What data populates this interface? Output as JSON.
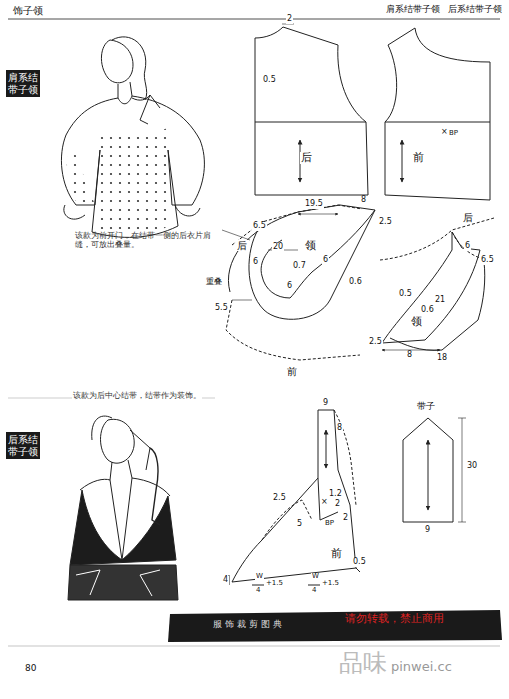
{
  "diagram": {
    "nodes": [
      {
        "text": [
          "肩系结带子领"
        ]
      },
      {
        "text": [
          "后系结带子领"
        ]
      }
    ],
    "labels": [
      "饰子领",
      "肩系结带子领",
      "后系结带子领",
      "该款为前开门，在结带一侧的后衣片肩缝，可放出叠量。",
      "2",
      "0.5",
      "后",
      "×",
      "BP",
      "前",
      "19.5",
      "8",
      "2.5",
      "6.5",
      "后",
      "20",
      "领",
      "0.7",
      "6",
      "6",
      "6",
      "0.6",
      "重叠",
      "5.5",
      "前",
      "后",
      "6.5",
      "6",
      "0.5",
      "21",
      "0.6",
      "领",
      "2.5",
      "8",
      "18",
      "该款为后中心结带，结带作为装饰。",
      "9",
      "8",
      "2.5",
      "1.2",
      "5",
      "×",
      "BP",
      "2",
      "2",
      "前",
      "4",
      "W",
      "4",
      "+1.5",
      "W",
      "4",
      "+1.5",
      "0.5",
      "带子",
      "30",
      "9",
      "80",
      "服饰裁剪图典",
      "请勿转载，禁止商用",
      "品味",
      "pinwei.cc"
    ]
  }
}
